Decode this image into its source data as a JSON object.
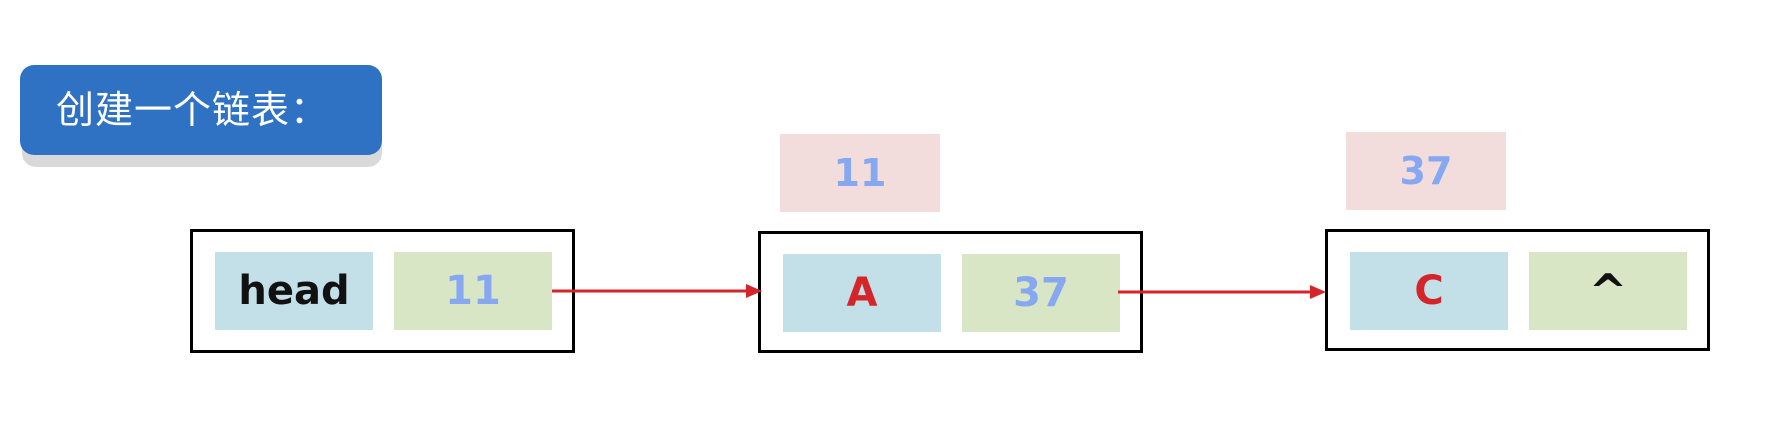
{
  "title": "创建一个链表：",
  "colors": {
    "title_bg": "#2f72c4",
    "address_tag_bg": "#f2dcdc",
    "data_cell_bg": "#c3dfe8",
    "next_cell_bg": "#d9e6c6",
    "arrow": "#d4262a",
    "pointer_text": "#86a8f0",
    "data_text": "#d4262a"
  },
  "head_node": {
    "label": "head",
    "pointer": "11"
  },
  "nodes": [
    {
      "address": "11",
      "data": "A",
      "next": "37"
    },
    {
      "address": "37",
      "data": "C",
      "next": "^"
    }
  ]
}
